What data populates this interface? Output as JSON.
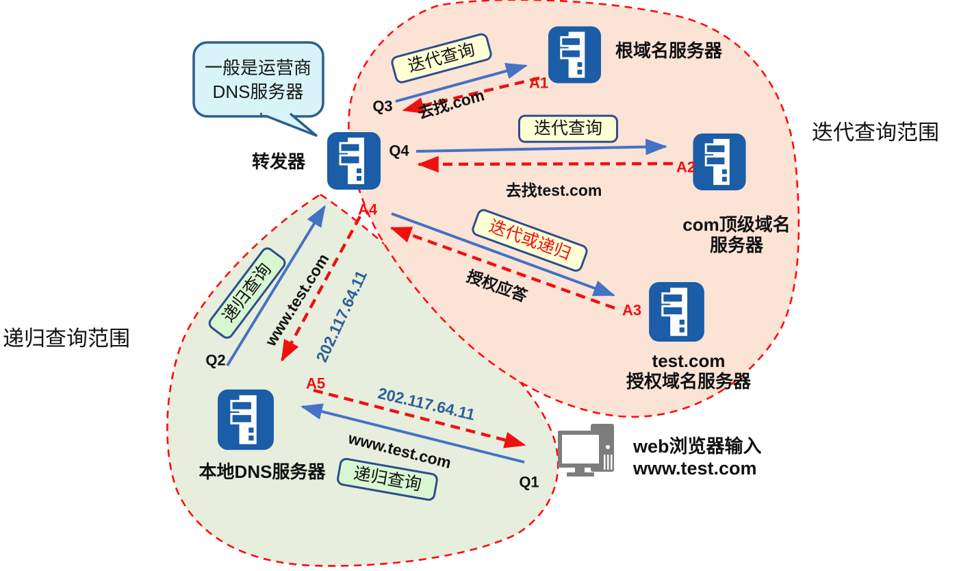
{
  "regions": {
    "iterative_scope": "迭代查询范围",
    "recursive_scope": "递归查询范围"
  },
  "note_bubble": {
    "line1": "一般是运营商",
    "line2": "DNS服务器"
  },
  "nodes": {
    "forwarder": "转发器",
    "root_server": "根域名服务器",
    "com_tld_line1": "com顶级域名",
    "com_tld_line2": "服务器",
    "test_auth_line1": "test.com",
    "test_auth_line2": "授权域名服务器",
    "local_dns": "本地DNS服务器",
    "browser_line1": "web浏览器输入",
    "browser_line2": "www.test.com"
  },
  "message_boxes": {
    "iterative_query_root": "迭代查询",
    "iterative_query_com": "迭代查询",
    "iterative_or_recursive": "迭代或递归",
    "recursive_query_forwarder": "递归查询",
    "recursive_query_local": "递归查询"
  },
  "arrow_captions": {
    "find_com": "去找.com",
    "find_test_com": "去找test.com",
    "authoritative_answer": "授权应答",
    "query_domain_forwarder": "www.test.com",
    "answer_ip_forwarder": "202.117.64.11",
    "query_domain_local": "www.test.com",
    "answer_ip_local": "202.117.64.11"
  },
  "sequence_tags": {
    "q1": "Q1",
    "q2": "Q2",
    "q3": "Q3",
    "q4": "Q4",
    "a1": "A1",
    "a2": "A2",
    "a3": "A3",
    "a4": "A4",
    "a5": "A5"
  },
  "colors": {
    "iterative_region_fill": "#fbe3d6",
    "recursive_region_fill": "#e7eedd",
    "region_border": "#ff0a0a",
    "query_arrow": "#4472c4",
    "answer_arrow": "#ee1111",
    "server_icon": "#1b5da6",
    "yellow_box_fill": "#ffffd6",
    "green_box_fill": "#d9f6d2",
    "box_border": "#2e4d8a",
    "note_bubble_fill": "#d8f4f9",
    "ip_text": "#2c5f9b",
    "computer_icon": "#7d7d7d"
  }
}
